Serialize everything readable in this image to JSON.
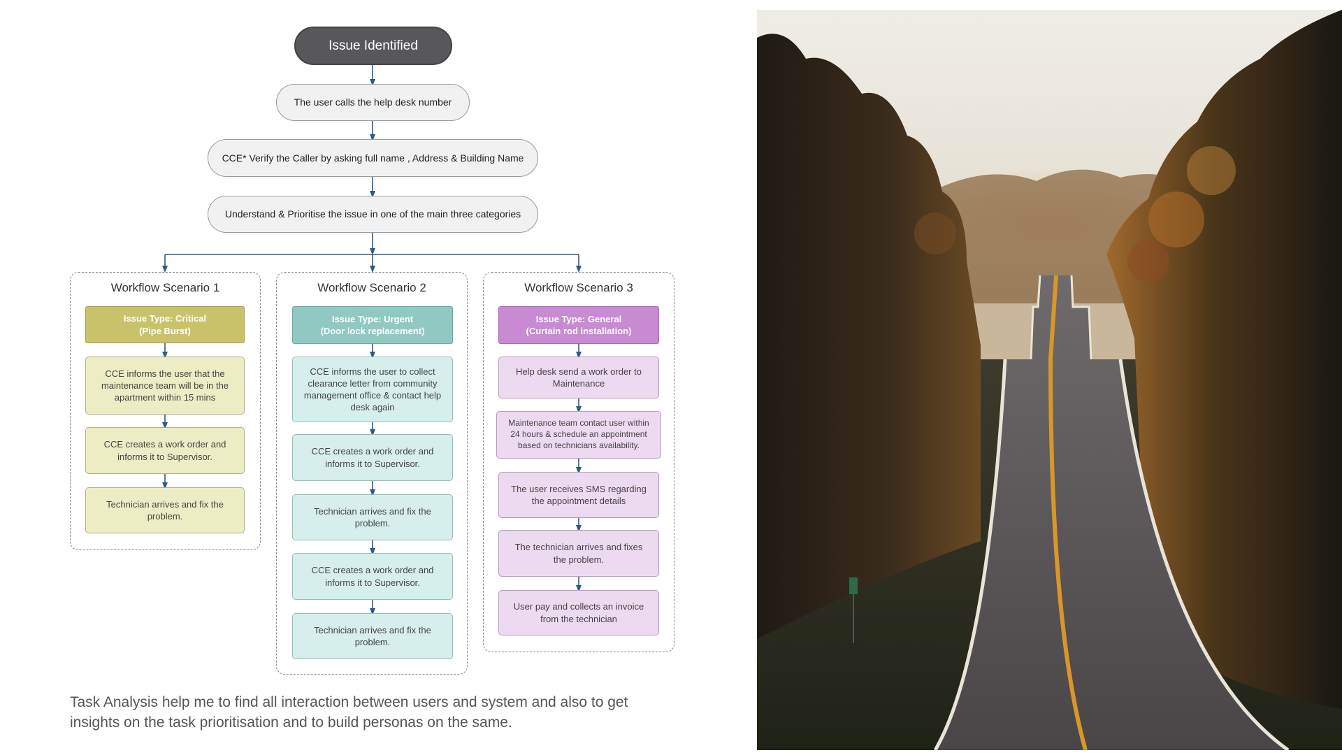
{
  "diagram": {
    "start": "Issue Identified",
    "steps": [
      "The user calls the help desk number",
      "CCE* Verify the Caller by asking full name , Address & Building Name",
      "Understand & Prioritise the issue in one of the main three categories"
    ],
    "scenarios": [
      {
        "title": "Workflow Scenario 1",
        "header": [
          "Issue Type: Critical",
          "(Pipe Burst)"
        ],
        "header_color": "#c9c26a",
        "items": [
          "CCE informs the user that the maintenance team will be in the apartment within 15 mins",
          "CCE creates a work order and informs it to Supervisor.",
          "Technician arrives and fix the problem."
        ]
      },
      {
        "title": "Workflow Scenario 2",
        "header": [
          "Issue Type: Urgent",
          "(Door lock replacement)"
        ],
        "header_color": "#90c9c2",
        "items": [
          "CCE informs the user to collect clearance letter from community management office & contact  help desk again",
          "CCE creates a work order and informs it to Supervisor.",
          "Technician arrives and fix the problem.",
          "CCE creates a work order and informs it to Supervisor.",
          "Technician arrives and fix the problem."
        ]
      },
      {
        "title": "Workflow Scenario 3",
        "header": [
          "Issue Type: General",
          "(Curtain rod installation)"
        ],
        "header_color": "#c88ad2",
        "items": [
          "Help desk send a work order to Maintenance",
          "Maintenance team contact user within 24  hours & schedule an appointment based on  technicians availability.",
          "The user receives SMS regarding the appointment details",
          "The technician arrives and fixes the problem.",
          "User pay and collects an invoice from the technician"
        ]
      }
    ]
  },
  "footer": "Task Analysis help me to find all interaction between users and system and also to get insights on the task prioritisation and to build personas on the same.",
  "colors": {
    "connector": "#2d5a86",
    "photo_sky": "#e9e6df"
  }
}
